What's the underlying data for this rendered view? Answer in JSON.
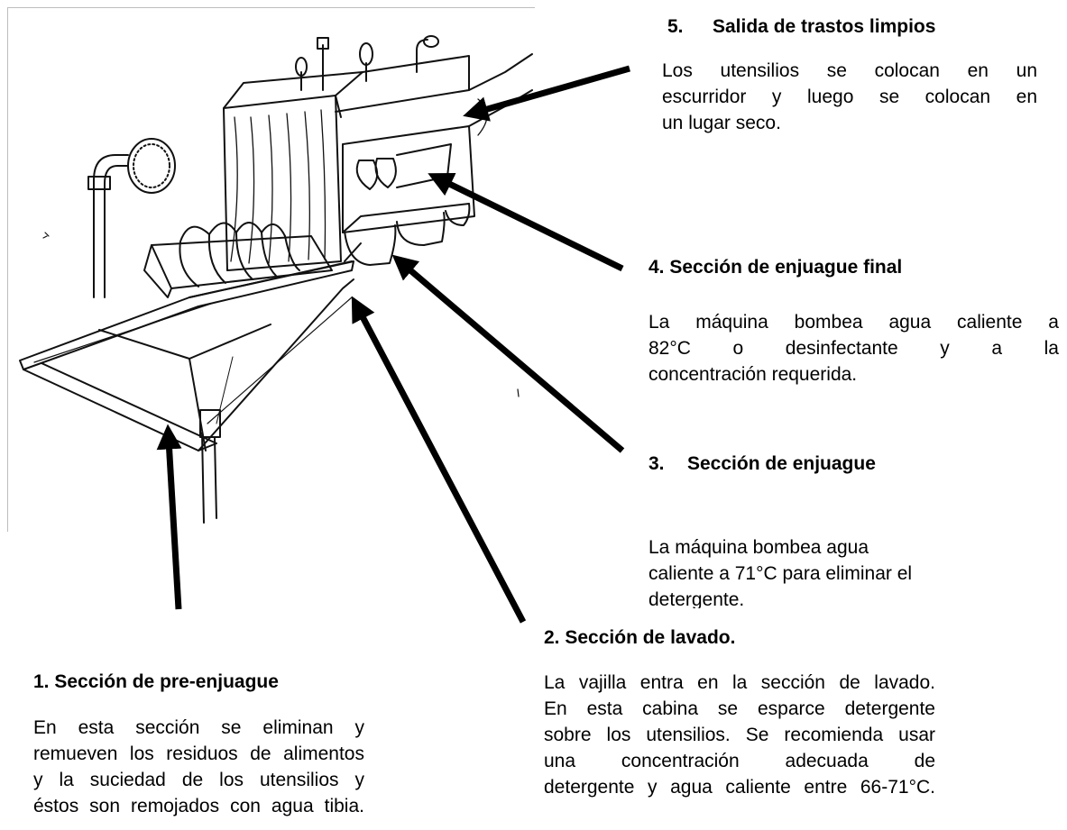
{
  "sections": [
    {
      "number": "1.",
      "title": "Sección de pre-enjuague",
      "lines": [
        "En esta sección se eliminan y",
        "remueven los residuos de alimentos",
        "y la suciedad de los utensilios y",
        "éstos son remojados con agua tibia."
      ]
    },
    {
      "number": "2.",
      "title": "Sección de lavado.",
      "lines": [
        "La vajilla entra en la sección de lavado.",
        "En esta cabina se esparce detergente",
        "sobre los utensilios.  Se recomienda usar",
        "una concentración adecuada de",
        "detergente y agua caliente entre 66-71°C."
      ]
    },
    {
      "number": "3.",
      "title": "Sección de enjuague",
      "lines": [
        "La máquina bombea agua",
        "caliente a 71°C para eliminar el",
        "detergente."
      ]
    },
    {
      "number": "4.",
      "title": "Sección de enjuague final",
      "lines": [
        "La máquina bombea agua caliente a",
        "82°C o desinfectante y a la",
        "concentración requerida."
      ]
    },
    {
      "number": "5.",
      "title": "Salida de trastos limpios",
      "lines": [
        "Los utensilios se colocan en un",
        "escurridor y luego se colocan en",
        "un lugar seco."
      ]
    }
  ]
}
